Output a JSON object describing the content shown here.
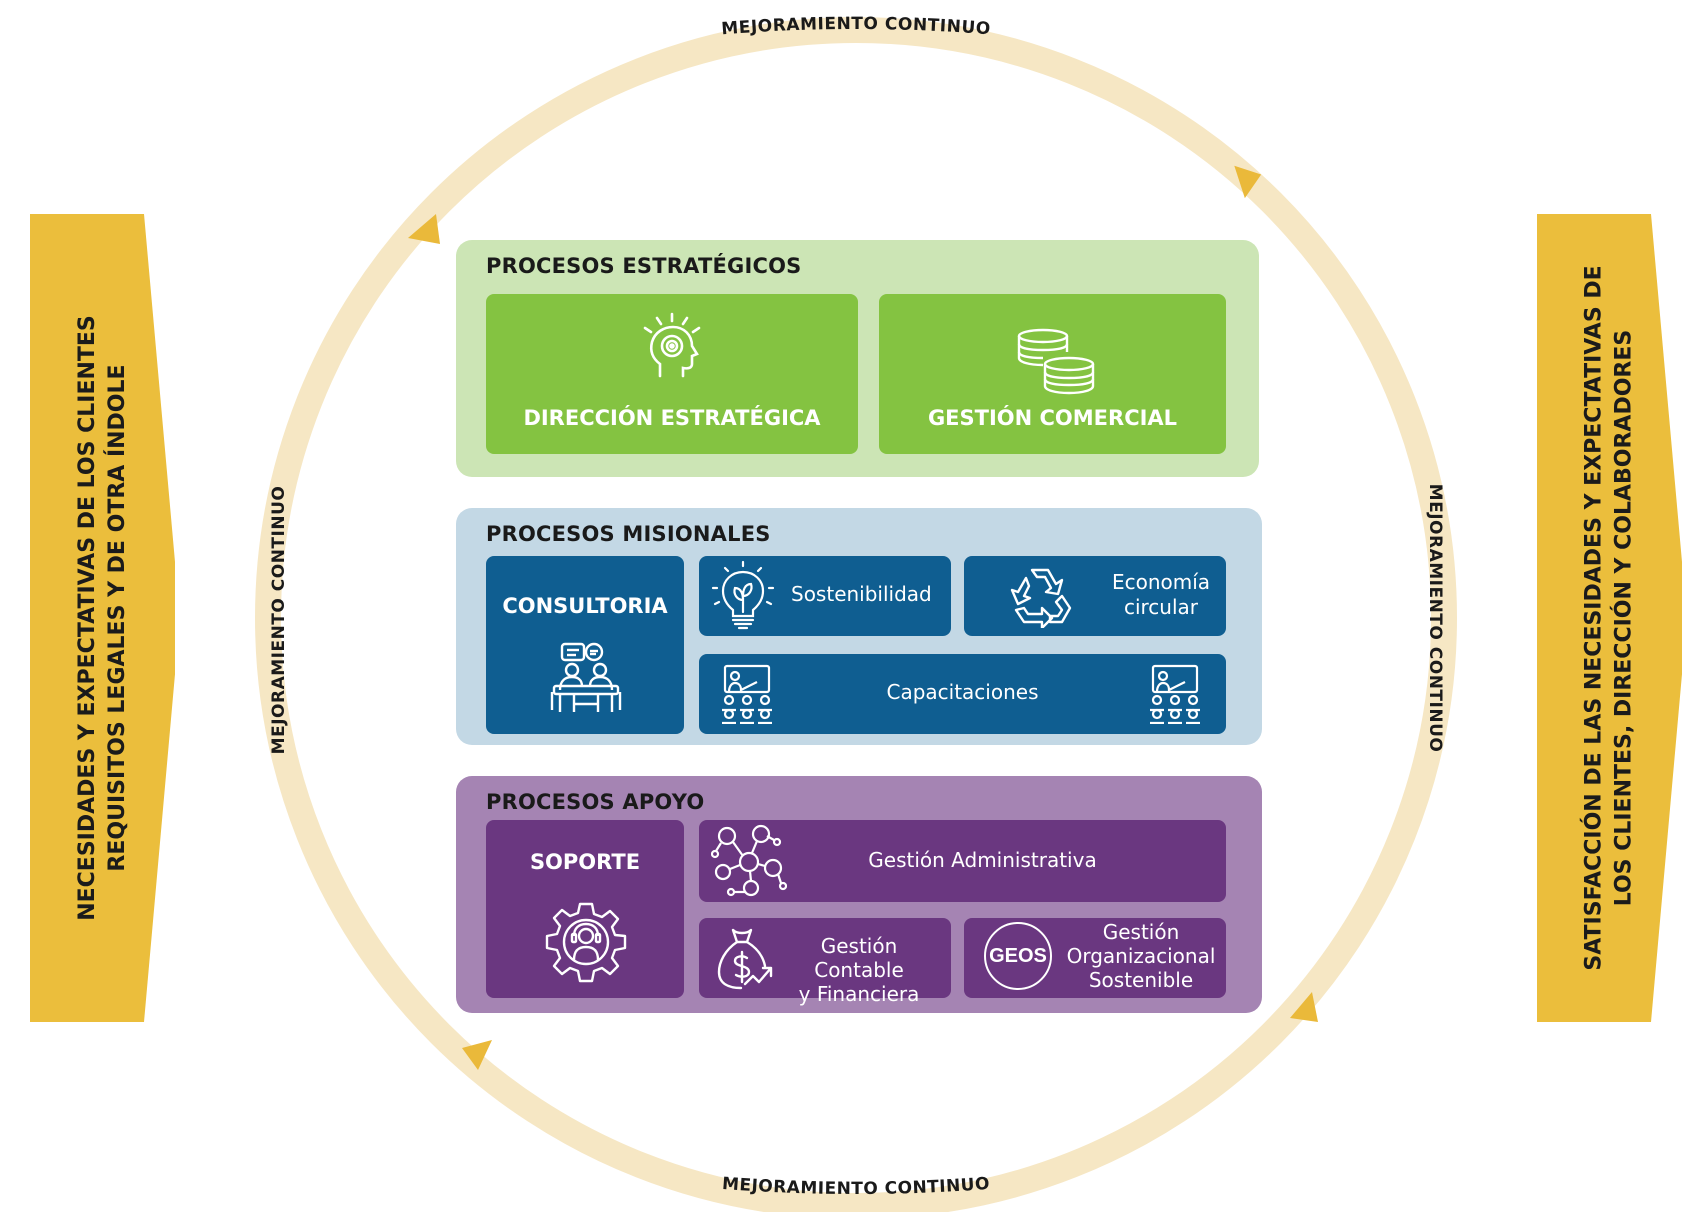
{
  "cycle": {
    "label_top": "MEJORAMIENTO CONTINUO",
    "label_bottom": "MEJORAMIENTO CONTINUO",
    "label_left": "MEJORAMIENTO CONTINUO",
    "label_right": "MEJORAMIENTO CONTINUO"
  },
  "input_arrow": {
    "line1": "NECESIDADES Y EXPECTATIVAS DE LOS CLIENTES",
    "line2": "REQUISITOS LEGALES Y DE OTRA ÍNDOLE"
  },
  "output_arrow": {
    "line1": "SATISFACCIÓN DE LAS NECESIDADES Y EXPECTATIVAS DE",
    "line2": "LOS CLIENTES, DIRECCIÓN Y COLABORADORES"
  },
  "strategic": {
    "title": "PROCESOS ESTRATÉGICOS",
    "box1": "DIRECCIÓN ESTRATÉGICA",
    "box2": "GESTIÓN COMERCIAL"
  },
  "missional": {
    "title": "PROCESOS MISIONALES",
    "consulting": "CONSULTORIA",
    "sustainability": "Sostenibilidad",
    "economy_line1": "Economía",
    "economy_line2": "circular",
    "training": "Capacitaciones"
  },
  "support": {
    "title": "PROCESOS APOYO",
    "soporte": "SOPORTE",
    "admin": "Gestión Administrativa",
    "accounting_line1": "Gestión Contable",
    "accounting_line2": "y Financiera",
    "geos_logo": "GEOS",
    "org_line1": "Gestión",
    "org_line2": "Organizacional",
    "org_line3": "Sostenible"
  },
  "colors": {
    "ring": "#f6e7c4",
    "ring_arrow": "#eab93a",
    "side_arrow": "#ebbe3c",
    "strategic_bg": "#cce5b5",
    "strategic_box": "#84c341",
    "missional_bg": "#c3d8e5",
    "missional_box": "#0f5e91",
    "support_bg": "#a584b3",
    "support_box": "#6a3780"
  }
}
